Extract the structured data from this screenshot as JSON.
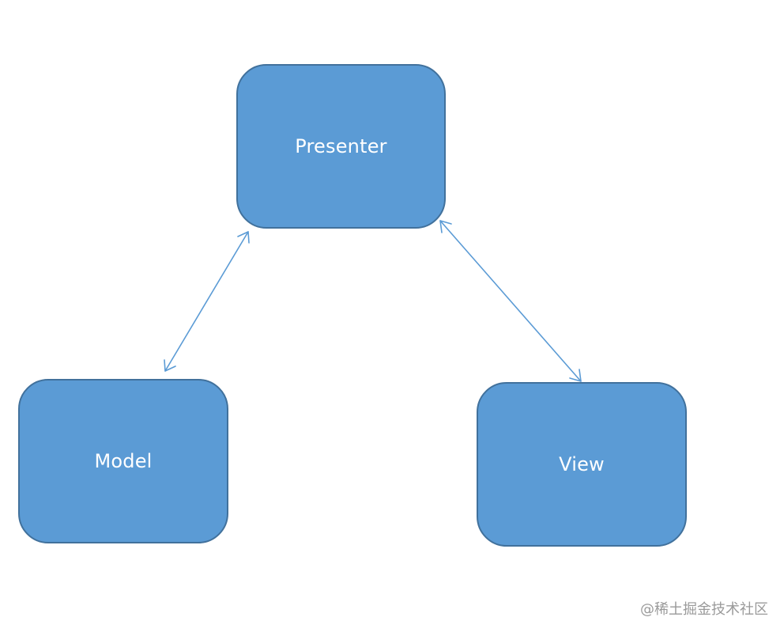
{
  "diagram": {
    "nodes": {
      "presenter": {
        "label": "Presenter"
      },
      "model": {
        "label": "Model"
      },
      "view": {
        "label": "View"
      }
    },
    "edges": [
      {
        "from": "Model",
        "to": "Presenter",
        "direction": "bidirectional"
      },
      {
        "from": "Presenter",
        "to": "View",
        "direction": "bidirectional"
      }
    ],
    "colors": {
      "node_fill": "#5b9bd5",
      "node_border": "#41719c",
      "node_text": "#ffffff",
      "edge": "#5b9bd5"
    }
  },
  "watermark": "@稀土掘金技术社区"
}
